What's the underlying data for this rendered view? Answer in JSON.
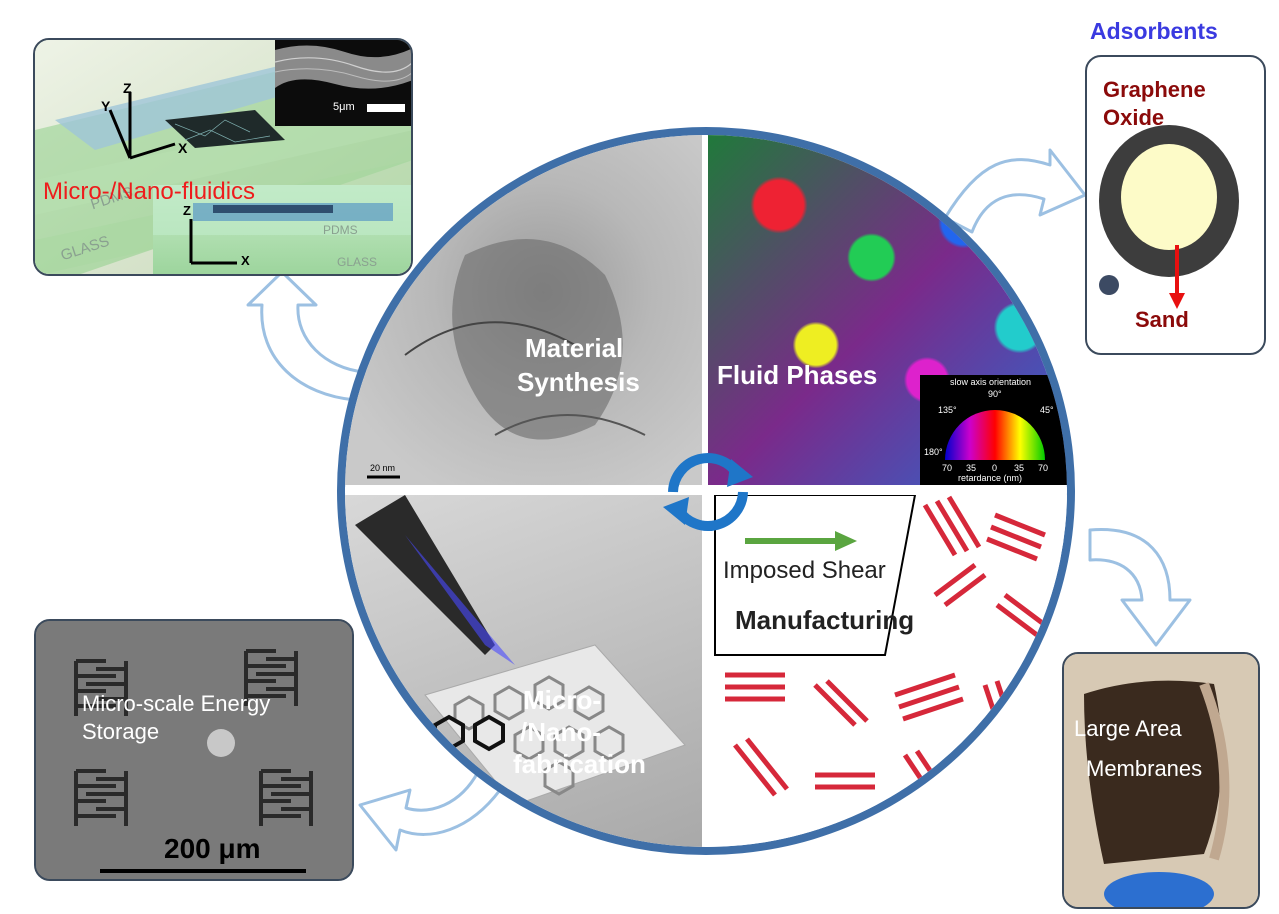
{
  "top_left_panel": {
    "title": "Micro-/Nano-fluidics",
    "axis_x": "X",
    "axis_y": "Y",
    "axis_z": "Z",
    "inset_scale": "5μm",
    "layer_pdms": "PDMS",
    "layer_glass": "GLASS",
    "cross_pdms": "PDMS",
    "cross_glass": "GLASS",
    "cross_z": "Z",
    "cross_x": "X"
  },
  "adsorbents_panel": {
    "heading": "Adsorbents",
    "shell_label_1": "Graphene",
    "shell_label_2": "Oxide",
    "core_label": "Sand"
  },
  "bottom_left_panel": {
    "label_1": "Micro-scale Energy",
    "label_2": "Storage",
    "scale_bar": "200 μm"
  },
  "bottom_right_panel": {
    "label_1": "Large Area",
    "label_2": "Membranes"
  },
  "center_circle": {
    "q1_label_1": "Material",
    "q1_label_2": "Synthesis",
    "q1_scale": "20 nm",
    "q2_label": "Fluid Phases",
    "q2_legend_title": "slow axis orientation",
    "q2_deg_90": "90°",
    "q2_deg_135": "135°",
    "q2_deg_180": "180°",
    "q2_deg_45": "45°",
    "q2_ticks": [
      "70",
      "35",
      "0",
      "35",
      "70"
    ],
    "q2_retardance": "retardance (nm)",
    "q3_label_1": "Micro-",
    "q3_label_2": "/Nano-",
    "q3_label_3": "fabrication",
    "q4_shear": "Imposed Shear",
    "q4_label": "Manufacturing"
  },
  "colors": {
    "ring": "#3f6fa8",
    "arrow_outline": "#9cc0e2",
    "title_red": "#ee1c1c",
    "heading_blue": "#3a3ae0",
    "dark_red": "#8b0a0a",
    "rod_red": "#d6283a",
    "shear_green": "#5aa540"
  }
}
